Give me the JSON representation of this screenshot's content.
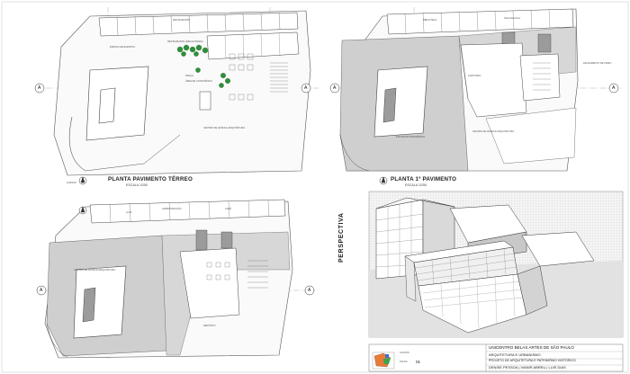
{
  "sheet": {
    "plan_ground": {
      "title": "PLANTA PAVIMENTO TÉRREO",
      "scale": "ESCALA 1/250"
    },
    "plan_first": {
      "title": "PLANTA 1º PAVIMENTO",
      "scale": "ESCALA 1/250"
    },
    "perspective": {
      "title": "PERSPECTIVA"
    },
    "section_marker": "A",
    "room_labels": [
      "RESTAURANTE",
      "RESTAURANTE ÁREA EXTERNA",
      "ESPAÇO DE EVENTOS",
      "PRAÇA",
      "ÁREA DE CONVIVÊNCIA",
      "CENTRO DE ARTES E ARQUITETURA",
      "ELEVADOR PANORÂMICO",
      "AUDITÓRIO",
      "BIBLIOTECA",
      "SALA DE AULA",
      "ADMINISTRAÇÃO",
      "LOJA",
      "CAFÉ",
      "DEPÓSITO",
      "FECHAMENTO DE VIDRO",
      "ACESSO"
    ],
    "title_block": {
      "institution": "UNICENTRO BELAS ARTES DE SÃO PAULO",
      "course": "ARQUITETURA E URBANISMO",
      "project": "PROJETO DE ARQUITETURA E PATRIMÔNIO HISTÓRICO",
      "students_label": "ALUNOS",
      "students": "DENISE PESSOA | IVANIR ABREU | LUIS DIAS",
      "sheet_label": "FOLHA",
      "sheet_number": "01"
    }
  }
}
